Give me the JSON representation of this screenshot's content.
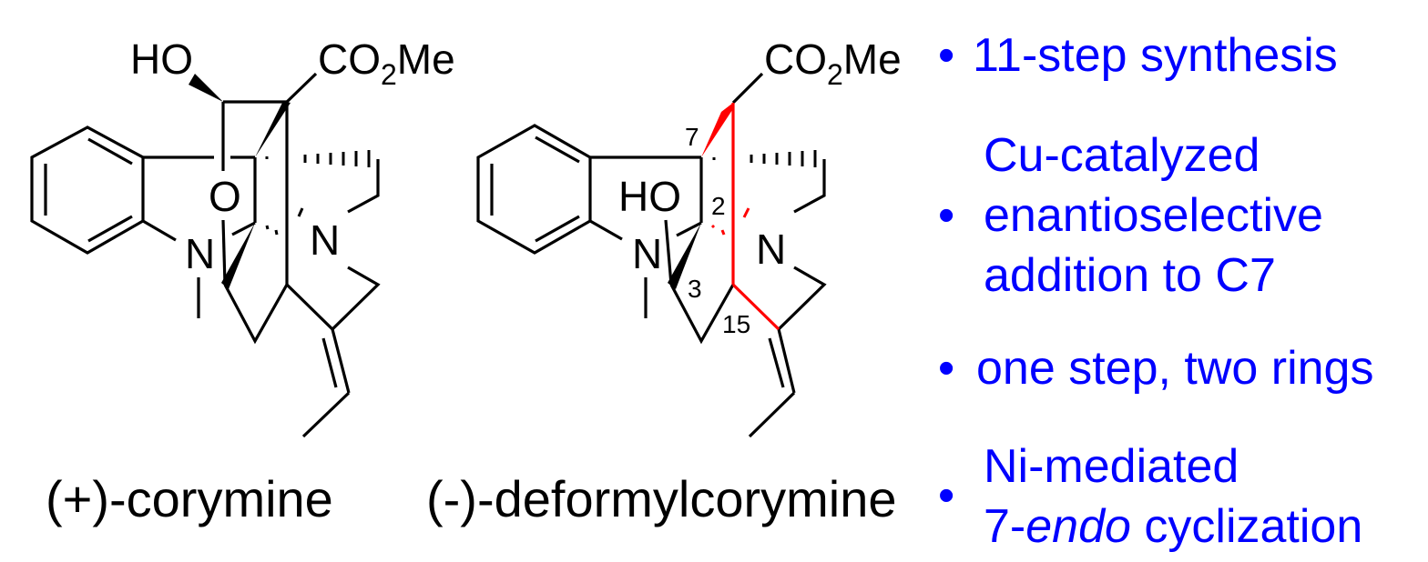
{
  "colors": {
    "bond": "#000000",
    "highlight": "#ff0000",
    "notes": "#0000ff"
  },
  "corymine": {
    "name": "(+)-corymine",
    "hydroxyl": "HO",
    "ester": [
      "CO",
      "2",
      "Me"
    ],
    "ring_oxygen": "O",
    "indoline_n": "N",
    "amine_n": "N"
  },
  "deformylcorymine": {
    "name": "(-)-deformylcorymine",
    "hydroxyl": "HO",
    "ester": [
      "CO",
      "2",
      "Me"
    ],
    "indoline_n": "N",
    "amine_n": "N",
    "locants": {
      "c7": "7",
      "c2": "2",
      "c3": "3",
      "c15": "15"
    }
  },
  "notes": {
    "bullet": "•",
    "items": [
      {
        "lines": [
          "11-step synthesis"
        ]
      },
      {
        "lines": [
          "Cu-catalyzed",
          "enantioselective",
          "addition to C7"
        ]
      },
      {
        "lines": [
          "one step, two rings"
        ]
      },
      {
        "lines": [
          "Ni-mediated"
        ],
        "last_line": {
          "prefix": "7-",
          "italic": "endo",
          "suffix": " cyclization"
        }
      }
    ]
  }
}
